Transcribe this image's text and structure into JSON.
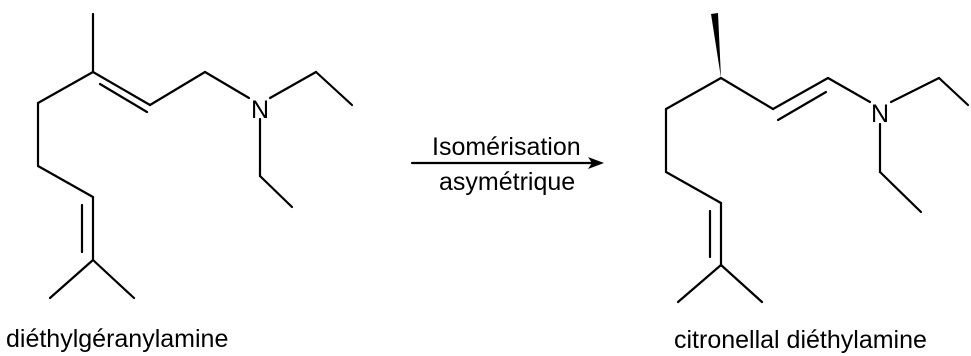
{
  "reaction": {
    "reactant": {
      "name": "diéthylgéranylamine",
      "heteroatom": "N"
    },
    "arrow": {
      "label_line1": "Isomérisation",
      "label_line2": "asymétrique"
    },
    "product": {
      "name": "citronellal diéthylamine",
      "heteroatom": "N"
    }
  },
  "colors": {
    "ink": "#000000",
    "background": "#ffffff"
  }
}
